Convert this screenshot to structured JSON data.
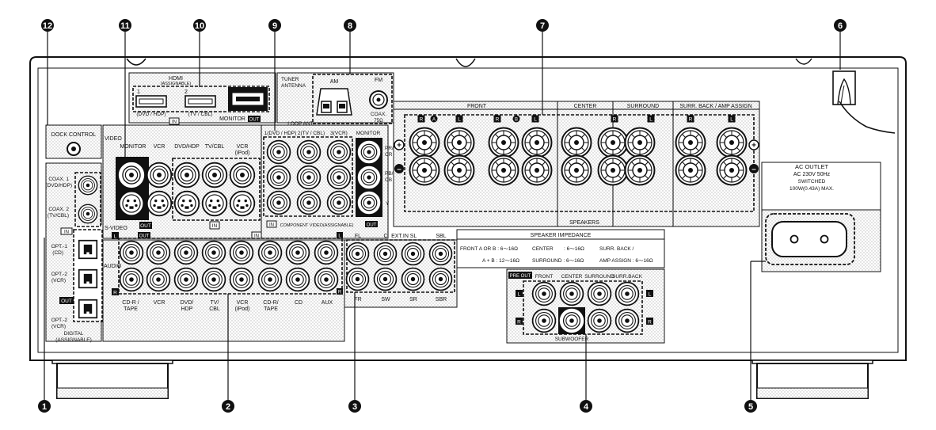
{
  "callouts": [
    "❶",
    "❷",
    "❸",
    "❹",
    "❺",
    "❻",
    "❼",
    "❽",
    "❾",
    "❿",
    "⓫",
    "⓬"
  ],
  "hdmi": {
    "title": "HDMI",
    "sub": "(ASSIGNABLE)",
    "in1_num": "1",
    "in2_num": "2",
    "in1_label": "(DVD / HDP)",
    "in2_label": "(TV / CBL)",
    "in_tag": "IN",
    "monitor": "MONITOR",
    "out_tag": "OUT"
  },
  "antenna": {
    "tuner": "TUNER",
    "antenna": "ANTENNA",
    "am": "AM",
    "fm": "FM",
    "coax": "COAX.",
    "ohm": "75Ω",
    "loop": "LOOP ANT."
  },
  "dock": {
    "label": "DOCK CONTROL"
  },
  "video": {
    "label": "VIDEO",
    "svideo": "S-VIDEO",
    "out_tag": "OUT",
    "in_tag": "IN",
    "cols": [
      "MONITOR",
      "VCR",
      "DVD/HDP",
      "TV/CBL",
      "VCR"
    ],
    "ipod": "(iPod)"
  },
  "component": {
    "heads": [
      "1(DVD / HDP)",
      "2(TV / CBL)",
      "3(VCR)",
      "MONITOR"
    ],
    "pb": "PB/",
    "cb": "CB",
    "pr": "PR/",
    "cr": "CR",
    "y": "Y",
    "in_tag": "IN",
    "caption": "COMPONENT VIDEO(ASSIGNABLE)",
    "out_tag": "OUT"
  },
  "digital": {
    "coax1": "COAX. 1",
    "coax1_sub": "(DVD/HDP)",
    "coax2": "COAX. 2",
    "coax2_sub": "(TV/CBL)",
    "in_tag": "IN",
    "opt1": "OPT.-1",
    "opt1_sub": "(CD)",
    "opt2": "OPT.-2",
    "opt2_sub": "(VCR)",
    "out_tag": "OUT",
    "opt2b": "OPT.-2",
    "opt2b_sub": "(VCR)",
    "caption1": "DIGITAL",
    "caption2": "(ASSIGNABLE)"
  },
  "audio": {
    "label": "AUDIO",
    "l": "L",
    "r": "R",
    "out_tag": "OUT",
    "in_tag": "IN",
    "cols": [
      "CD-R /",
      "VCR",
      "DVD/",
      "TV/",
      "VCR",
      "CD-R/",
      "CD",
      "AUX"
    ],
    "cols2": [
      "TAPE",
      "",
      "HDP",
      "CBL",
      "(iPod)",
      "TAPE",
      "",
      ""
    ]
  },
  "extin": {
    "title": "EXT.IN",
    "top": [
      "FL",
      "C",
      "SL",
      "SBL"
    ],
    "bottom": [
      "FR",
      "SW",
      "SR",
      "SBR"
    ]
  },
  "speakers": {
    "groups": [
      "FRONT",
      "CENTER",
      "SURROUND",
      "SURR. BACK / AMP ASSIGN"
    ],
    "a": "A",
    "b": "B",
    "r": "R",
    "l": "L",
    "plus": "+",
    "minus": "–",
    "caption": "SPEAKERS"
  },
  "impedance": {
    "title": "SPEAKER IMPEDANCE",
    "line1a": "FRONT  A OR B :  6～16Ω",
    "line1b": "CENTER",
    "line1c": ": 6～16Ω",
    "line1d": "SURR. BACK /",
    "line2a": "A  +  B : 12～16Ω",
    "line2b": "SURROUND : 6～16Ω",
    "line2c": "AMP ASSIGN  : 6～16Ω"
  },
  "preout": {
    "tag": "PRE OUT",
    "heads": [
      "FRONT",
      "CENTER",
      "SURROUND",
      "SURR.BACK"
    ],
    "l": "L",
    "r": "R",
    "sub": "SUBWOOFER"
  },
  "acoutlet": {
    "line1": "AC OUTLET",
    "line2": "AC 230V  50Hz",
    "line3": "SWITCHED",
    "line4": "100W(0.43A) MAX."
  }
}
